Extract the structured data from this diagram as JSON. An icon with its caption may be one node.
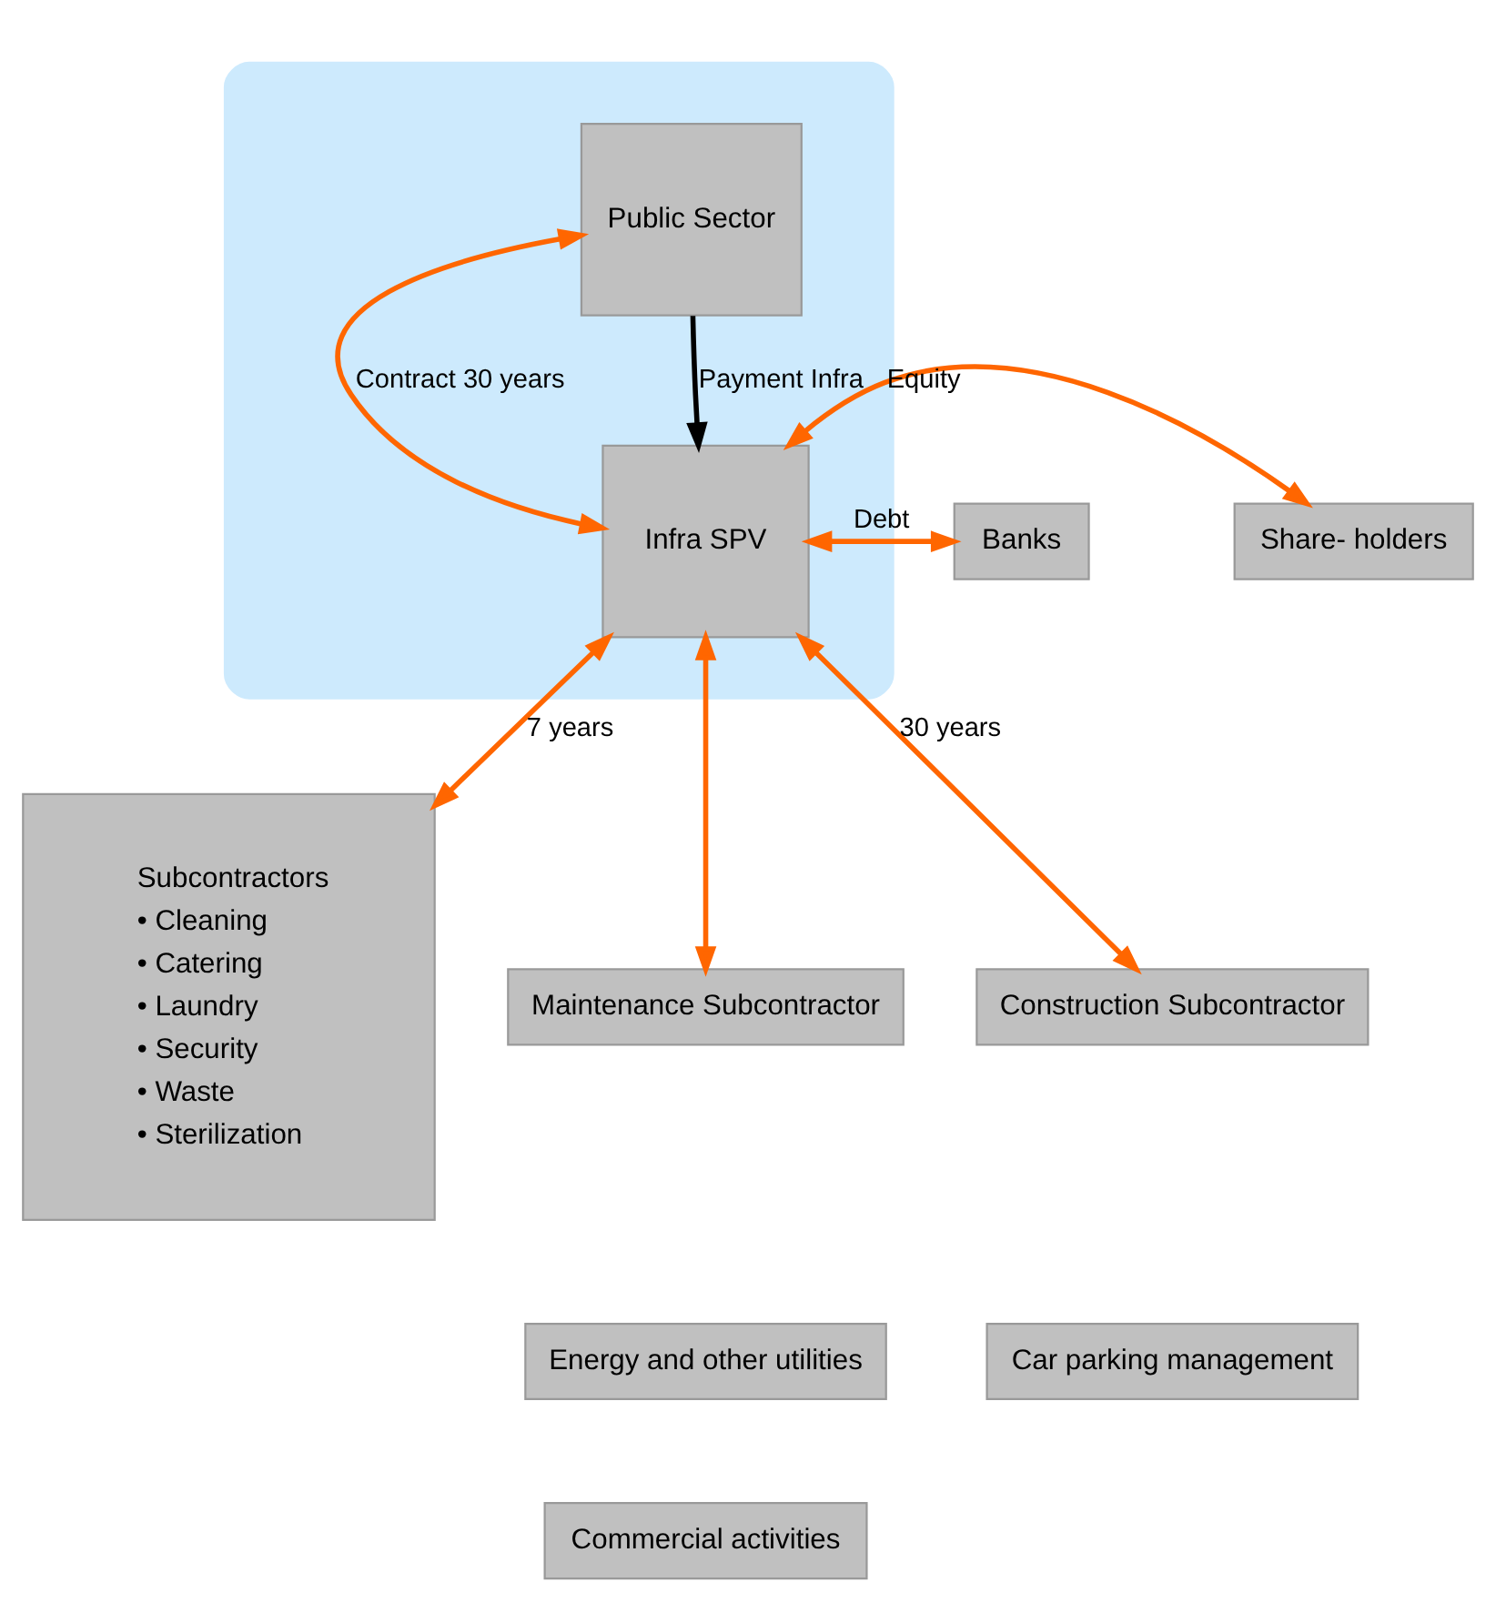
{
  "diagram": {
    "nodes": [
      {
        "text": [],
        "shape": "box"
      },
      {
        "text": [
          "Public Sector"
        ],
        "in": 0
      },
      {
        "text": [
          "Infra SPV"
        ],
        "in": 0
      },
      {
        "text": [
          "Banks"
        ]
      },
      {
        "text": [
          "Share- holders"
        ]
      },
      {
        "text": [
          "Subcontractors",
          "• Cleaning",
          "• Catering",
          "• Laundry",
          "• Security",
          "• Waste",
          "• Sterilization"
        ]
      },
      {
        "text": [
          "Maintenance Subcontractor"
        ]
      },
      {
        "text": [
          "Construction Subcontractor"
        ]
      },
      {
        "text": [
          "Energy and other utilities"
        ]
      },
      {
        "text": [
          "Car parking management"
        ]
      },
      {
        "text": [
          "Commercial activities"
        ]
      }
    ],
    "edges": [
      {
        "from": 1,
        "to": 2,
        "arrow": "both",
        "label": "Contract 30 years"
      },
      {
        "from": 1,
        "to": 2,
        "arrow": "to",
        "label": "Payment Infra",
        "color": "#000000"
      },
      {
        "from": 3,
        "to": 2,
        "arrow": "both",
        "label": "Debt"
      },
      {
        "from": 4,
        "to": 2,
        "arrow": "both",
        "label": "Equity"
      },
      {
        "from": 2,
        "to": 5,
        "arrow": "both",
        "label": "7 years"
      },
      {
        "from": 2,
        "to": 6,
        "arrow": "both"
      },
      {
        "from": 2,
        "to": 7,
        "arrow": "both",
        "label": "30 years"
      }
    ]
  }
}
